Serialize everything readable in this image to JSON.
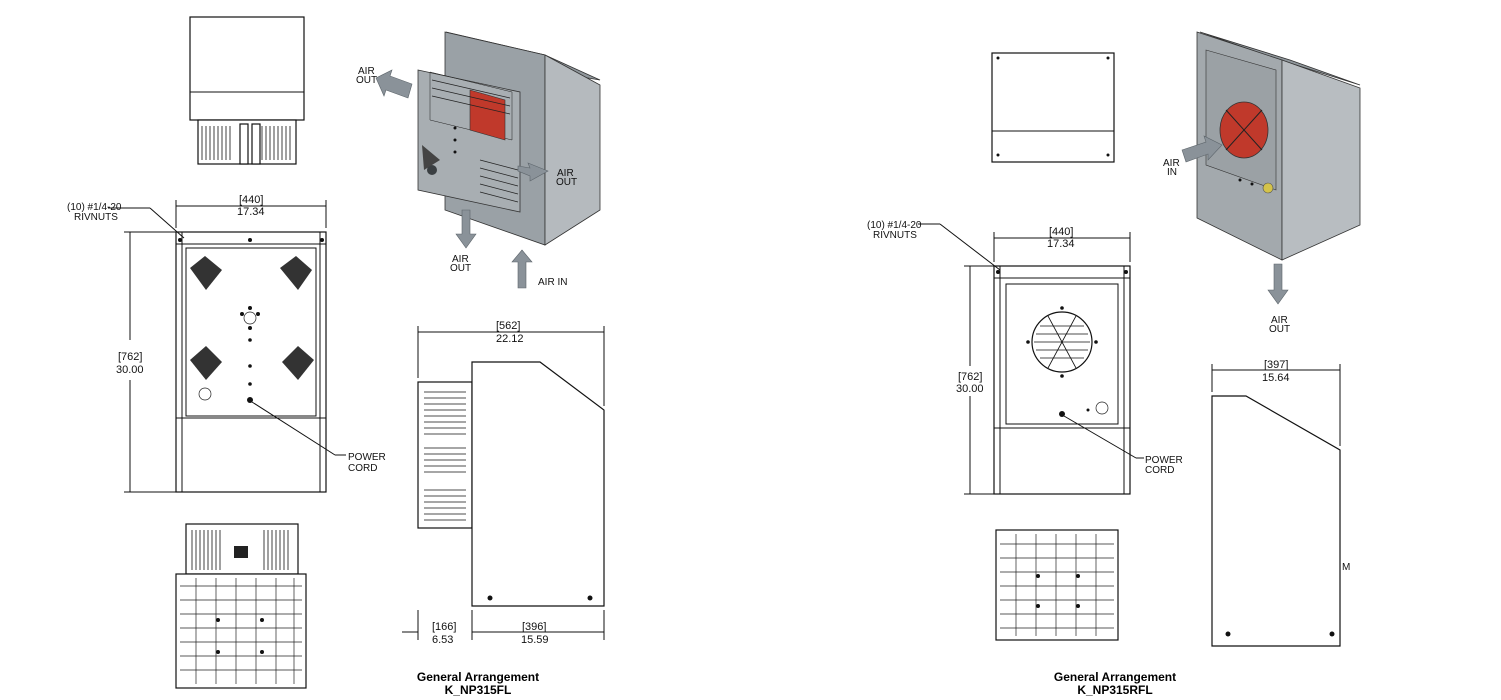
{
  "left": {
    "rivnuts_line1": "(10) #1/4-20",
    "rivnuts_line2": "RIVNUTS",
    "width_mm": "[440]",
    "width_in": "17.34",
    "height_mm": "[762]",
    "height_in": "30.00",
    "depth_mm": "[562]",
    "depth_in": "22.12",
    "flange_mm": "[166]",
    "flange_in": "6.53",
    "body_mm": "[396]",
    "body_in": "15.59",
    "power_line1": "POWER",
    "power_line2": "CORD",
    "air_out_top_1": "AIR",
    "air_out_top_2": "OUT",
    "air_out_right_1": "AIR",
    "air_out_right_2": "OUT",
    "air_out_bottom_1": "AIR",
    "air_out_bottom_2": "OUT",
    "air_in": "AIR IN",
    "caption_1": "General Arrangement",
    "caption_2": "K_NP315FL"
  },
  "right": {
    "rivnuts_line1": "(10) #1/4-20",
    "rivnuts_line2": "RIVNUTS",
    "width_mm": "[440]",
    "width_in": "17.34",
    "height_mm": "[762]",
    "height_in": "30.00",
    "depth_mm": "[397]",
    "depth_in": "15.64",
    "power_line1": "POWER",
    "power_line2": "CORD",
    "air_in_1": "AIR",
    "air_in_2": "IN",
    "air_out_1": "AIR",
    "air_out_2": "OUT",
    "edge_mark": "M",
    "caption_1": "General Arrangement",
    "caption_2": "K_NP315RFL"
  },
  "colors": {
    "unit_gray": "#9ea4a9",
    "unit_dark": "#7e858a",
    "fan_red": "#c0392b",
    "arrow_gray": "#8a9299",
    "connector_yellow": "#d4c34a"
  }
}
